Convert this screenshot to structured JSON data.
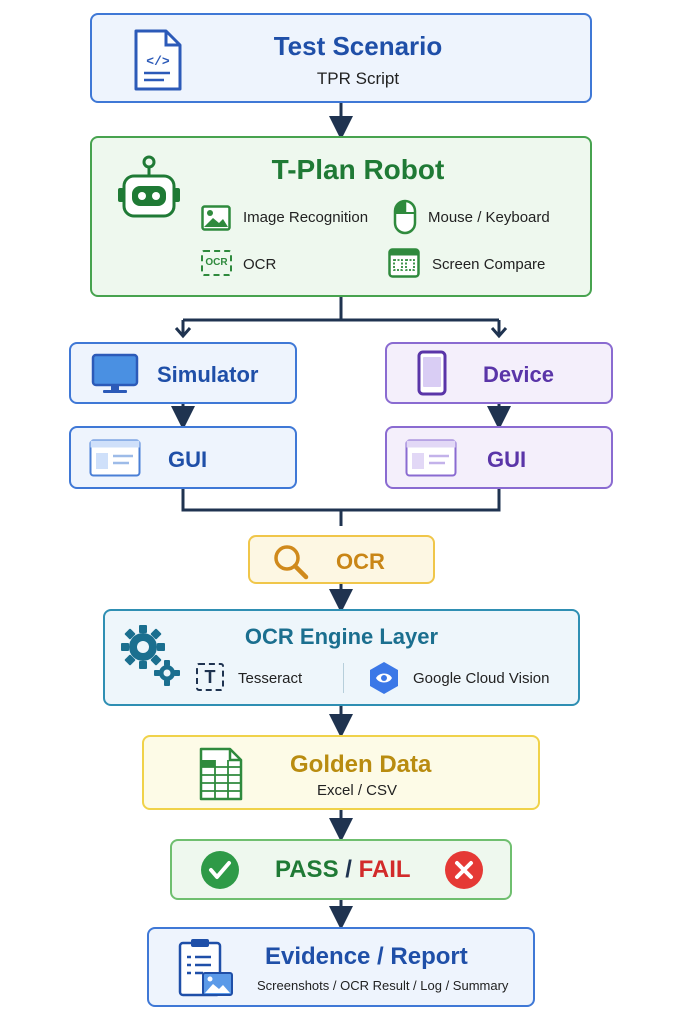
{
  "test_scenario": {
    "title": "Test Scenario",
    "subtitle": "TPR Script"
  },
  "robot": {
    "title": "T-Plan Robot",
    "features": [
      "Image Recognition",
      "Mouse / Keyboard",
      "OCR",
      "Screen Compare"
    ],
    "ocr_badge": "OCR"
  },
  "simulator": {
    "label": "Simulator"
  },
  "device": {
    "label": "Device"
  },
  "gui_left": {
    "label": "GUI"
  },
  "gui_right": {
    "label": "GUI"
  },
  "ocr": {
    "label": "OCR"
  },
  "engine": {
    "title": "OCR Engine Layer",
    "tesseract": "Tesseract",
    "google": "Google Cloud Vision",
    "t_glyph": "T"
  },
  "golden": {
    "title": "Golden Data",
    "subtitle": "Excel / CSV"
  },
  "result": {
    "pass": "PASS",
    "sep": " / ",
    "fail": "FAIL"
  },
  "evidence": {
    "title": "Evidence / Report",
    "subtitle": "Screenshots / OCR Result / Log / Summary"
  },
  "colors": {
    "blue": "#1f4fa8",
    "green": "#1f7a35",
    "purple": "#5a35a8",
    "orange": "#c98617",
    "teal": "#1b6f8f",
    "gold": "#b98c10",
    "pass": "#1f7a35",
    "fail": "#d22b2b",
    "connector": "#1f3350"
  }
}
